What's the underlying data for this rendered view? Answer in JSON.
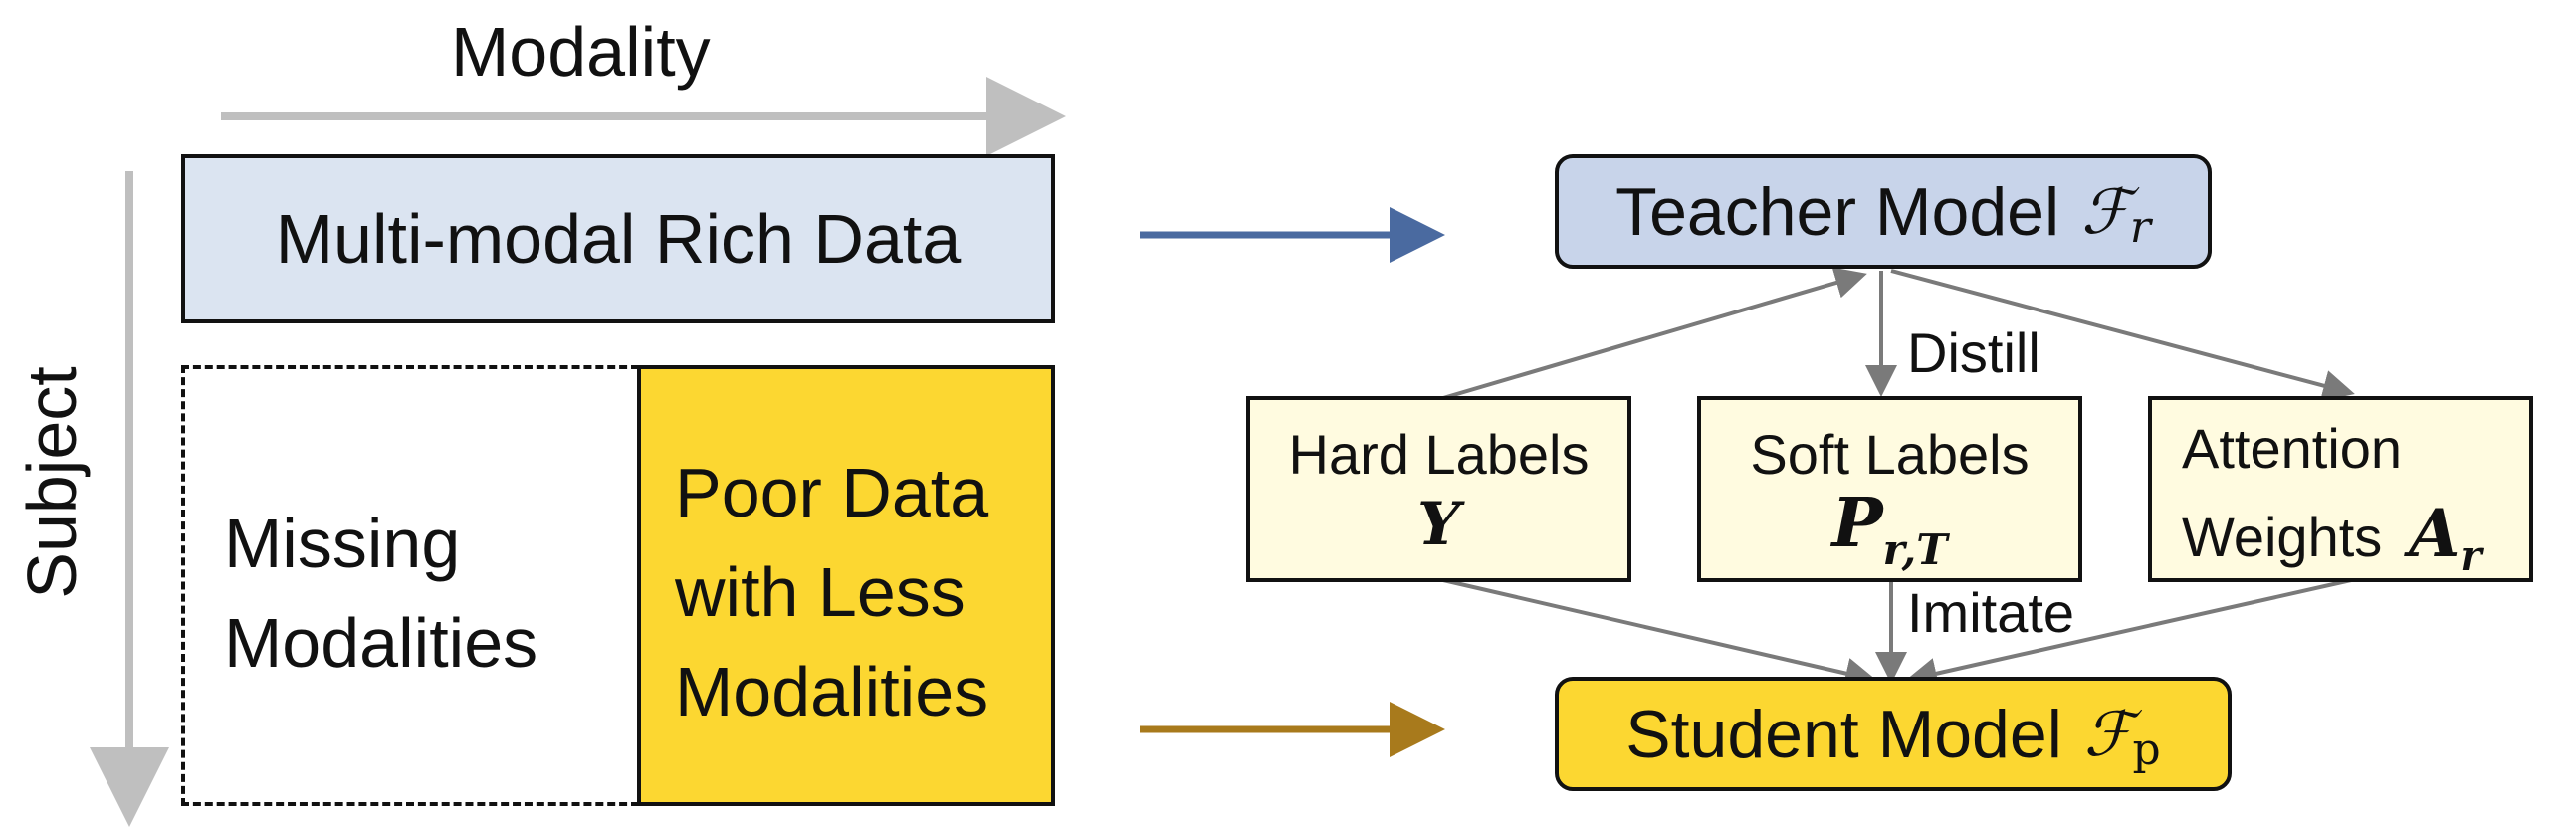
{
  "left": {
    "modality_label": "Modality",
    "subject_label": "Subject",
    "rich_data_label": "Multi-modal Rich Data",
    "missing_label_line1": "Missing",
    "missing_label_line2": "Modalities",
    "poor_line1": "Poor Data",
    "poor_line2": "with Less",
    "poor_line3": "Modalities"
  },
  "right": {
    "teacher_label": "Teacher Model",
    "teacher_symbol": "ℱ",
    "teacher_sub": "r",
    "student_label": "Student Model",
    "student_symbol": "ℱ",
    "student_sub": "p",
    "distill_label": "Distill",
    "imitate_label": "Imitate",
    "hard_line1": "Hard Labels",
    "hard_symbol": "Y",
    "soft_line1": "Soft Labels",
    "soft_symbol": "P",
    "soft_sub": "r,T",
    "attn_line1": "Attention",
    "attn_line2": "Weights",
    "attn_symbol": "A",
    "attn_sub": "r"
  },
  "colors": {
    "rich_fill": "#dbe4f1",
    "teacher_fill": "#c8d4ea",
    "poor_fill": "#fcd731",
    "student_fill": "#fcd731",
    "label_box_fill": "#fffbe0",
    "blue_arrow": "#4a6aa0",
    "gold_arrow": "#a87a1c",
    "gray_axis": "#bfbfbf",
    "gray_line": "#7a7a7a"
  }
}
